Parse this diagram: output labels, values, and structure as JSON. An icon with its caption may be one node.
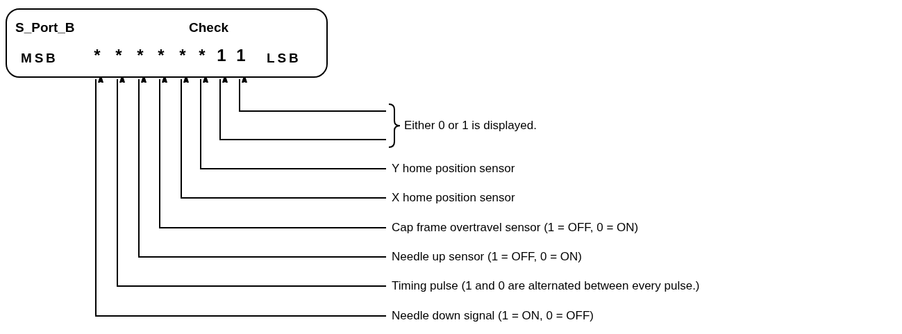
{
  "diagram": {
    "nodes": [
      {
        "text": [
          "S_Port_B",
          "Check",
          "MSB",
          "LSB"
        ]
      },
      {
        "text": [
          "*"
        ],
        "in": 0
      },
      {
        "text": [
          "*"
        ],
        "in": 0
      },
      {
        "text": [
          "*"
        ],
        "in": 0
      },
      {
        "text": [
          "*"
        ],
        "in": 0
      },
      {
        "text": [
          "*"
        ],
        "in": 0
      },
      {
        "text": [
          "*"
        ],
        "in": 0
      },
      {
        "text": [
          "1"
        ],
        "in": 0
      },
      {
        "text": [
          "1"
        ],
        "in": 0
      },
      {
        "text": [
          "Either 0 or 1 is displayed."
        ]
      },
      {
        "text": [
          "Y home position sensor"
        ]
      },
      {
        "text": [
          "X home position sensor"
        ]
      },
      {
        "text": [
          "Cap frame overtravel sensor (1 = OFF, 0 = ON)"
        ]
      },
      {
        "text": [
          "Needle up sensor (1 = OFF, 0 = ON)"
        ]
      },
      {
        "text": [
          "Timing pulse (1 and 0 are alternated between every pulse.)"
        ]
      },
      {
        "text": [
          "Needle down signal (1 = ON, 0 = OFF)"
        ]
      }
    ],
    "edges": [
      {
        "from": 9,
        "to": 8,
        "arrow": "to"
      },
      {
        "from": 9,
        "to": 7,
        "arrow": "to"
      },
      {
        "from": 10,
        "to": 6,
        "arrow": "to"
      },
      {
        "from": 11,
        "to": 5,
        "arrow": "to"
      },
      {
        "from": 12,
        "to": 4,
        "arrow": "to"
      },
      {
        "from": 13,
        "to": 3,
        "arrow": "to"
      },
      {
        "from": 14,
        "to": 2,
        "arrow": "to"
      },
      {
        "from": 15,
        "to": 1,
        "arrow": "to"
      }
    ]
  }
}
